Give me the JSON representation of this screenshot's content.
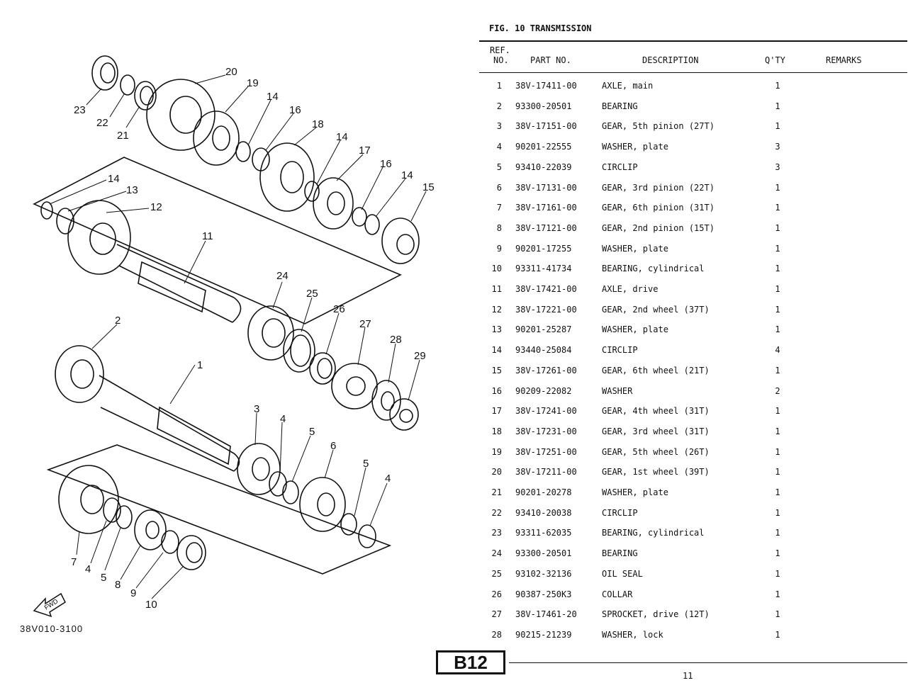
{
  "figure": {
    "title": "FIG. 10  TRANSMISSION",
    "diagram_code": "38V010-3100",
    "fwd_label": "FWD"
  },
  "table": {
    "headers": {
      "ref_line1": "REF.",
      "ref_line2": "NO.",
      "part": "PART NO.",
      "desc": "DESCRIPTION",
      "qty": "Q'TY",
      "remarks": "REMARKS"
    },
    "rows": [
      {
        "ref": "1",
        "part": "38V-17411-00",
        "desc": "AXLE, main",
        "qty": "1"
      },
      {
        "ref": "2",
        "part": "93300-20501",
        "desc": "BEARING",
        "qty": "1"
      },
      {
        "ref": "3",
        "part": "38V-17151-00",
        "desc": "GEAR, 5th pinion (27T)",
        "qty": "1"
      },
      {
        "ref": "4",
        "part": "90201-22555",
        "desc": "WASHER, plate",
        "qty": "3"
      },
      {
        "ref": "5",
        "part": "93410-22039",
        "desc": "CIRCLIP",
        "qty": "3"
      },
      {
        "ref": "6",
        "part": "38V-17131-00",
        "desc": "GEAR, 3rd pinion (22T)",
        "qty": "1"
      },
      {
        "ref": "7",
        "part": "38V-17161-00",
        "desc": "GEAR, 6th pinion (31T)",
        "qty": "1"
      },
      {
        "ref": "8",
        "part": "38V-17121-00",
        "desc": "GEAR, 2nd pinion (15T)",
        "qty": "1"
      },
      {
        "ref": "9",
        "part": "90201-17255",
        "desc": "WASHER, plate",
        "qty": "1"
      },
      {
        "ref": "10",
        "part": "93311-41734",
        "desc": "BEARING, cylindrical",
        "qty": "1"
      },
      {
        "ref": "11",
        "part": "38V-17421-00",
        "desc": "AXLE, drive",
        "qty": "1"
      },
      {
        "ref": "12",
        "part": "38V-17221-00",
        "desc": "GEAR, 2nd wheel (37T)",
        "qty": "1"
      },
      {
        "ref": "13",
        "part": "90201-25287",
        "desc": "WASHER, plate",
        "qty": "1"
      },
      {
        "ref": "14",
        "part": "93440-25084",
        "desc": "CIRCLIP",
        "qty": "4"
      },
      {
        "ref": "15",
        "part": "38V-17261-00",
        "desc": "GEAR, 6th wheel (21T)",
        "qty": "1"
      },
      {
        "ref": "16",
        "part": "90209-22082",
        "desc": "WASHER",
        "qty": "2"
      },
      {
        "ref": "17",
        "part": "38V-17241-00",
        "desc": "GEAR, 4th wheel (31T)",
        "qty": "1"
      },
      {
        "ref": "18",
        "part": "38V-17231-00",
        "desc": "GEAR, 3rd wheel (31T)",
        "qty": "1"
      },
      {
        "ref": "19",
        "part": "38V-17251-00",
        "desc": "GEAR, 5th wheel (26T)",
        "qty": "1"
      },
      {
        "ref": "20",
        "part": "38V-17211-00",
        "desc": "GEAR, 1st wheel (39T)",
        "qty": "1"
      },
      {
        "ref": "21",
        "part": "90201-20278",
        "desc": "WASHER, plate",
        "qty": "1"
      },
      {
        "ref": "22",
        "part": "93410-20038",
        "desc": "CIRCLIP",
        "qty": "1"
      },
      {
        "ref": "23",
        "part": "93311-62035",
        "desc": "BEARING, cylindrical",
        "qty": "1"
      },
      {
        "ref": "24",
        "part": "93300-20501",
        "desc": "BEARING",
        "qty": "1"
      },
      {
        "ref": "25",
        "part": "93102-32136",
        "desc": "OIL SEAL",
        "qty": "1"
      },
      {
        "ref": "26",
        "part": "90387-250K3",
        "desc": "COLLAR",
        "qty": "1"
      },
      {
        "ref": "27",
        "part": "38V-17461-20",
        "desc": "SPROCKET, drive (12T)",
        "qty": "1"
      },
      {
        "ref": "28",
        "part": "90215-21239",
        "desc": "WASHER, lock",
        "qty": "1"
      }
    ]
  },
  "callouts": [
    "1",
    "2",
    "3",
    "4",
    "5",
    "6",
    "7",
    "8",
    "9",
    "10",
    "11",
    "12",
    "13",
    "14",
    "15",
    "16",
    "17",
    "18",
    "19",
    "20",
    "21",
    "22",
    "23",
    "24",
    "25",
    "26",
    "27",
    "28",
    "29"
  ],
  "footer": {
    "section_badge": "B12",
    "page_number": "11"
  }
}
